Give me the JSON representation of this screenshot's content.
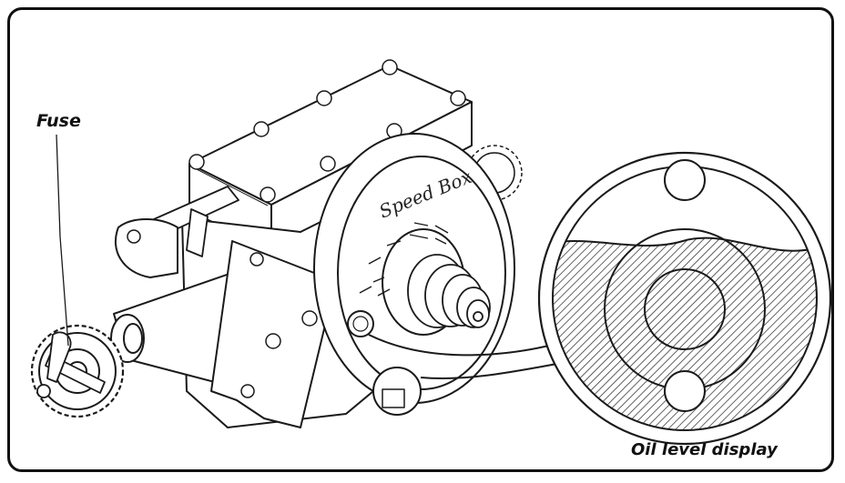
{
  "labels": {
    "fuse": "Fuse",
    "oil_level": "Oil level display"
  },
  "engraving": "Speed Box",
  "colors": {
    "line": "#1a1a1a",
    "frame": "#111111",
    "background": "#ffffff"
  },
  "icons": [
    "sprocket-icon",
    "hex-bolt-icon",
    "oil-level-magnifier"
  ]
}
